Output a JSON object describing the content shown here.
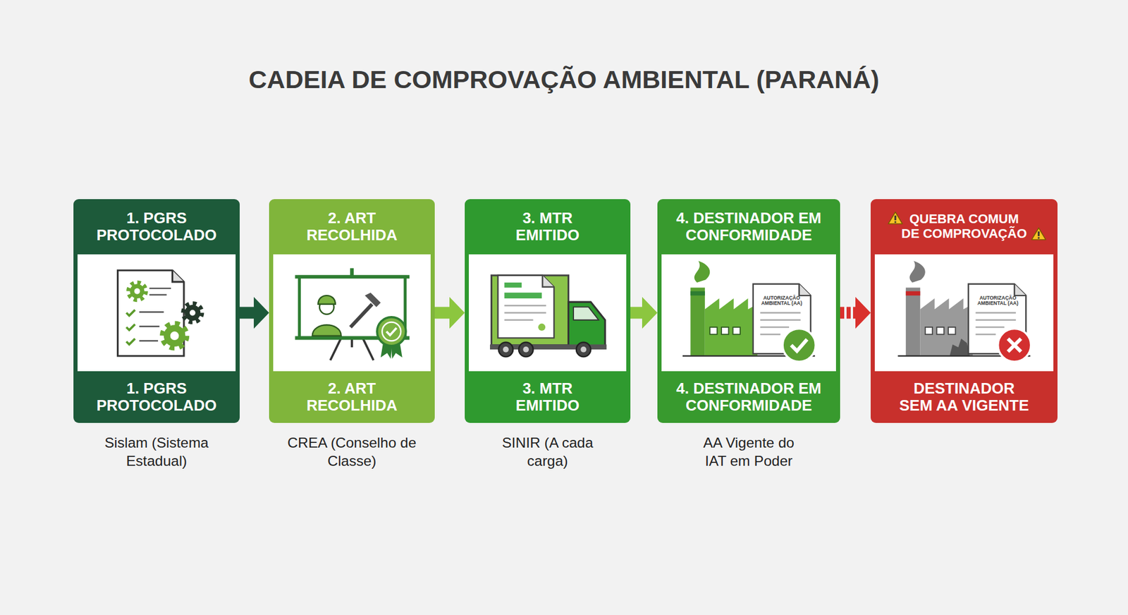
{
  "diagram": {
    "title": "CADEIA DE COMPROVAÇÃO AMBIENTAL (PARANÁ)",
    "nodes": [
      {
        "text": [
          "1. PGRS PROTOCOLADO",
          "1. PGRS PROTOCOLADO",
          "Sislam (Sistema Estadual)"
        ]
      },
      {
        "text": [
          "2. ART RECOLHIDA",
          "2. ART RECOLHIDA",
          "CREA (Conselho de Classe)"
        ]
      },
      {
        "text": [
          "3. MTR EMITIDO",
          "3. MTR EMITIDO",
          "SINIR (A cada carga)"
        ]
      },
      {
        "text": [
          "4. DESTINADOR EM CONFORMIDADE",
          "4. DESTINADOR EM CONFORMIDADE",
          "AA Vigente do IAT em Poder"
        ]
      },
      {
        "text": [
          "QUEBRA COMUM DE COMPROVAÇÃO",
          "DESTINADOR SEM AA VIGENTE"
        ]
      }
    ],
    "edges": [
      {
        "from": 0,
        "to": 1,
        "arrow": "to"
      },
      {
        "from": 1,
        "to": 2,
        "arrow": "to"
      },
      {
        "from": 2,
        "to": 3,
        "arrow": "to"
      },
      {
        "from": 3,
        "to": 4,
        "arrow": "to"
      }
    ],
    "labels": [
      "AUTORIZAÇÃO AMBIENTAL (AA)",
      "AUTORIZAÇÃO AMBIENTAL (AA)"
    ]
  }
}
